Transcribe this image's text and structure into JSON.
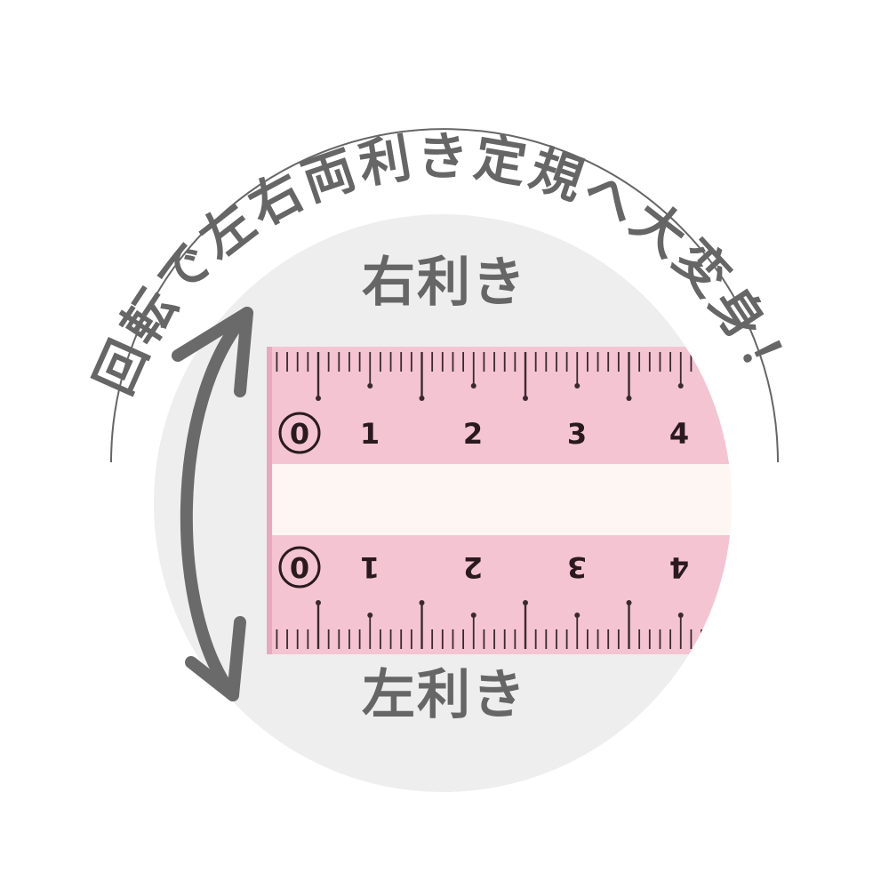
{
  "headline": "回転で左右両利き定規へ大変身！",
  "labels": {
    "right_handed": "右利き",
    "left_handed": "左利き"
  },
  "ruler": {
    "top_numbers": [
      "0",
      "1",
      "2",
      "3",
      "4"
    ],
    "bottom_numbers": [
      "0",
      "1",
      "2",
      "3",
      "4"
    ]
  },
  "colors": {
    "text_gray": "#666666",
    "circle_bg": "#eeeeee",
    "ruler_pink": "#f4c4d3",
    "ruler_band": "#fdf6f2",
    "tick": "#3a2a30"
  },
  "icons": {
    "rotate": "curved-double-arrow-icon"
  }
}
